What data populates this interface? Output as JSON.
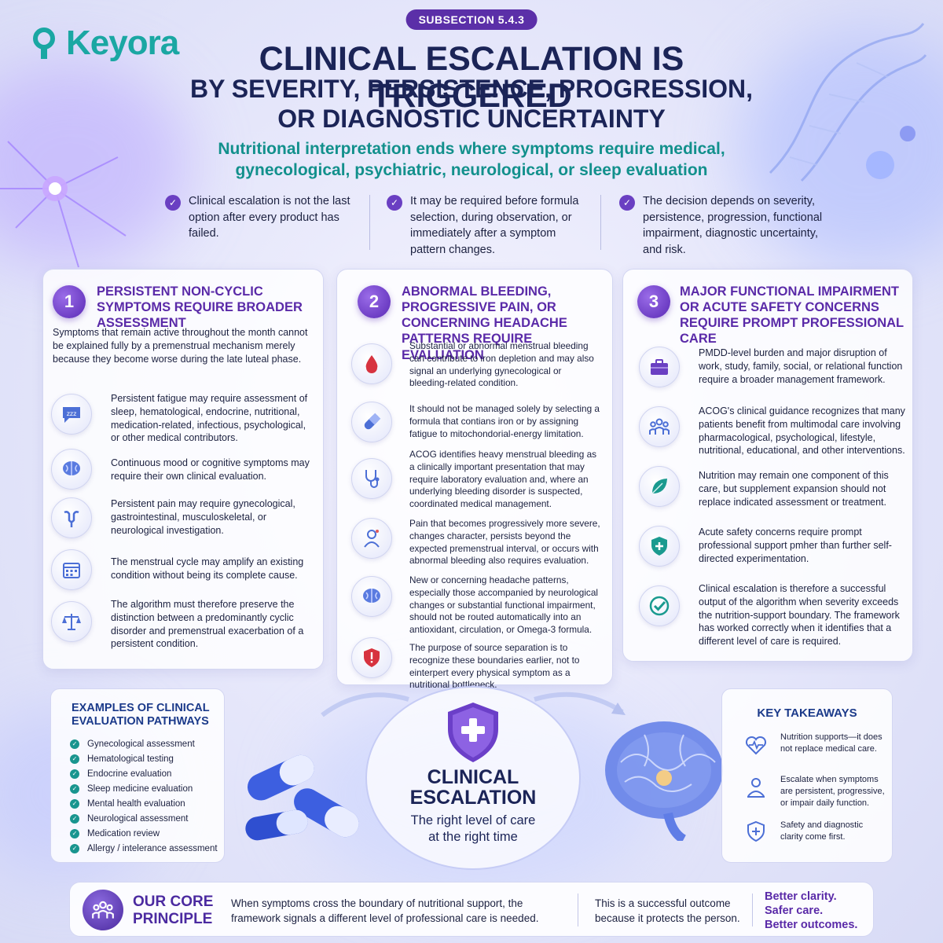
{
  "logo": {
    "text": "Keyora"
  },
  "badge": "SUBSECTION 5.4.3",
  "title": {
    "line1": "CLINICAL ESCALATION IS TRIGGERED",
    "line2": "BY SEVERITY, PERSISTENCE, PROGRESSION,",
    "line3": "OR DIAGNOSTIC UNCERTAINTY"
  },
  "subtitle": {
    "line1": "Nutritional interpretation ends where symptoms require medical,",
    "line2": "gynecological, psychiatric, neurological, or sleep evaluation"
  },
  "intro": [
    "Clinical escalation is not the last option after every product has failed.",
    "It may be required before formula selection, during observation, or immediately after a symptom pattern changes.",
    "The decision depends on severity, persistence, progression, functional impairment, diagnostic uncertainty, and risk."
  ],
  "card1": {
    "number": "1",
    "title": "PERSISTENT NON-CYCLIC SYMPTOMS REQUIRE BROADER ASSESSMENT",
    "lead": "Symptoms that remain active throughout the month cannot be explained fully by a premenstrual mechanism merely because they become worse during the late luteal phase.",
    "rows": [
      {
        "icon": "sleep-icon",
        "text": "Persistent fatigue may require assessment of sleep, hematological, endocrine, nutritional, medication-related, infectious, psychological, or other medical contributors."
      },
      {
        "icon": "brain-icon",
        "text": "Continuous mood or cognitive symptoms may require their own clinical evaluation."
      },
      {
        "icon": "uterus-icon",
        "text": "Persistent pain may require gynecological, gastrointestinal, musculoskeletal, or neurological investigation."
      },
      {
        "icon": "calendar-icon",
        "text": "The menstrual cycle may amplify an existing condition without being its complete cause."
      },
      {
        "icon": "scale-icon",
        "text": "The algorithm must therefore preserve the distinction between a predominantly cyclic disorder and premenstrual exacerbation of a persistent condition."
      }
    ]
  },
  "card2": {
    "number": "2",
    "title": "ABNORMAL BLEEDING, PROGRESSIVE PAIN, OR CONCERNING HEADACHE PATTERNS REQUIRE EVALUATION",
    "rows": [
      {
        "icon": "blood-drop-icon",
        "text": "Substantial or abnormal menstrual bleeding can contribute to iron depletion and may also signal an underlying gynecological or bleeding-related condition."
      },
      {
        "icon": "capsule-icon",
        "text": "It should not be managed solely by selecting a formula that contians iron or by assigning fatigue to mitochondorial-energy limitation."
      },
      {
        "icon": "stethoscope-icon",
        "text": "ACOG identifies heavy menstrual bleeding as a clinically important presentation that may require laboratory evaluation and, where an underlying bleeding disorder is suspected, coordinated medical management."
      },
      {
        "icon": "pain-person-icon",
        "text": "Pain that becomes progressively more severe, changes character, persists beyond the expected premenstrual interval, or occurs with abnormal bleeding also requires evaluation."
      },
      {
        "icon": "brain-icon",
        "text": "New or concerning headache patterns, especially those accompanied by neurological changes or substantial functional impairment, should not be routed automatically into an antioxidant, circulation, or Omega-3 formula."
      },
      {
        "icon": "warning-shield-icon",
        "text": "The purpose of source separation is to recognize these boundaries earlier, not to einterpert every physical symptom as a nutritional bottleneck."
      }
    ]
  },
  "card3": {
    "number": "3",
    "title": "MAJOR FUNCTIONAL IMPAIRMENT OR ACUTE SAFETY CONCERNS REQUIRE PROMPT PROFESSIONAL CARE",
    "rows": [
      {
        "icon": "briefcase-icon",
        "text": "PMDD-level burden and major disruption of work, study, family, social, or relational function require a broader management framework."
      },
      {
        "icon": "team-icon",
        "text": "ACOG's clinical guidance recognizes that many patients benefit from multimodal care involving pharmacological, psychological, lifestyle, nutritional, educational, and other interventions."
      },
      {
        "icon": "leaf-icon",
        "text": "Nutrition may remain one component of this care, but supplement expansion should not replace indicated assessment or treatment."
      },
      {
        "icon": "medical-shield-icon",
        "text": "Acute safety concerns require prompt professional support pmher than further self-directed experimentation."
      },
      {
        "icon": "check-circle-icon",
        "text": "Clinical escalation is therefore a successful output of the algorithm when severity exceeds the nutrition-support boundary. The framework has worked correctly when it identifies that a different level of care is required."
      }
    ]
  },
  "examples": {
    "title": "EXAMPLES OF CLINICAL EVALUATION PATHWAYS",
    "items": [
      "Gynecological assessment",
      "Hematological testing",
      "Endocrine evaluation",
      "Sleep medicine evaluation",
      "Mental health evaluation",
      "Neurological assessment",
      "Medication review",
      "Allergy / intelerance assessment"
    ]
  },
  "center": {
    "title_line1": "CLINICAL",
    "title_line2": "ESCALATION",
    "sub_line1": "The right level of care",
    "sub_line2": "at the right time"
  },
  "takeaways": {
    "title": "KEY TAKEAWAYS",
    "items": [
      {
        "icon": "heartbeat-icon",
        "text": "Nutrition supports—it does not replace medical care."
      },
      {
        "icon": "person-icon",
        "text": "Escalate when symptoms are persistent, progressive, or impair daily function."
      },
      {
        "icon": "shield-plus-icon",
        "text": "Safety and diagnostic clarity come first."
      }
    ]
  },
  "principle": {
    "title_line1": "OUR CORE",
    "title_line2": "PRINCIPLE",
    "text": "When symptoms cross the boundary of nutritional support, the framework signals a different level of professional care is needed.",
    "text2": "This is a successful outcome because it protects the person.",
    "end1": "Better clarity.",
    "end2": "Safer care.",
    "end3": "Better outcomes."
  },
  "colors": {
    "accent": "#5a2aa8",
    "teal": "#12908c",
    "navy": "#1b2457"
  }
}
